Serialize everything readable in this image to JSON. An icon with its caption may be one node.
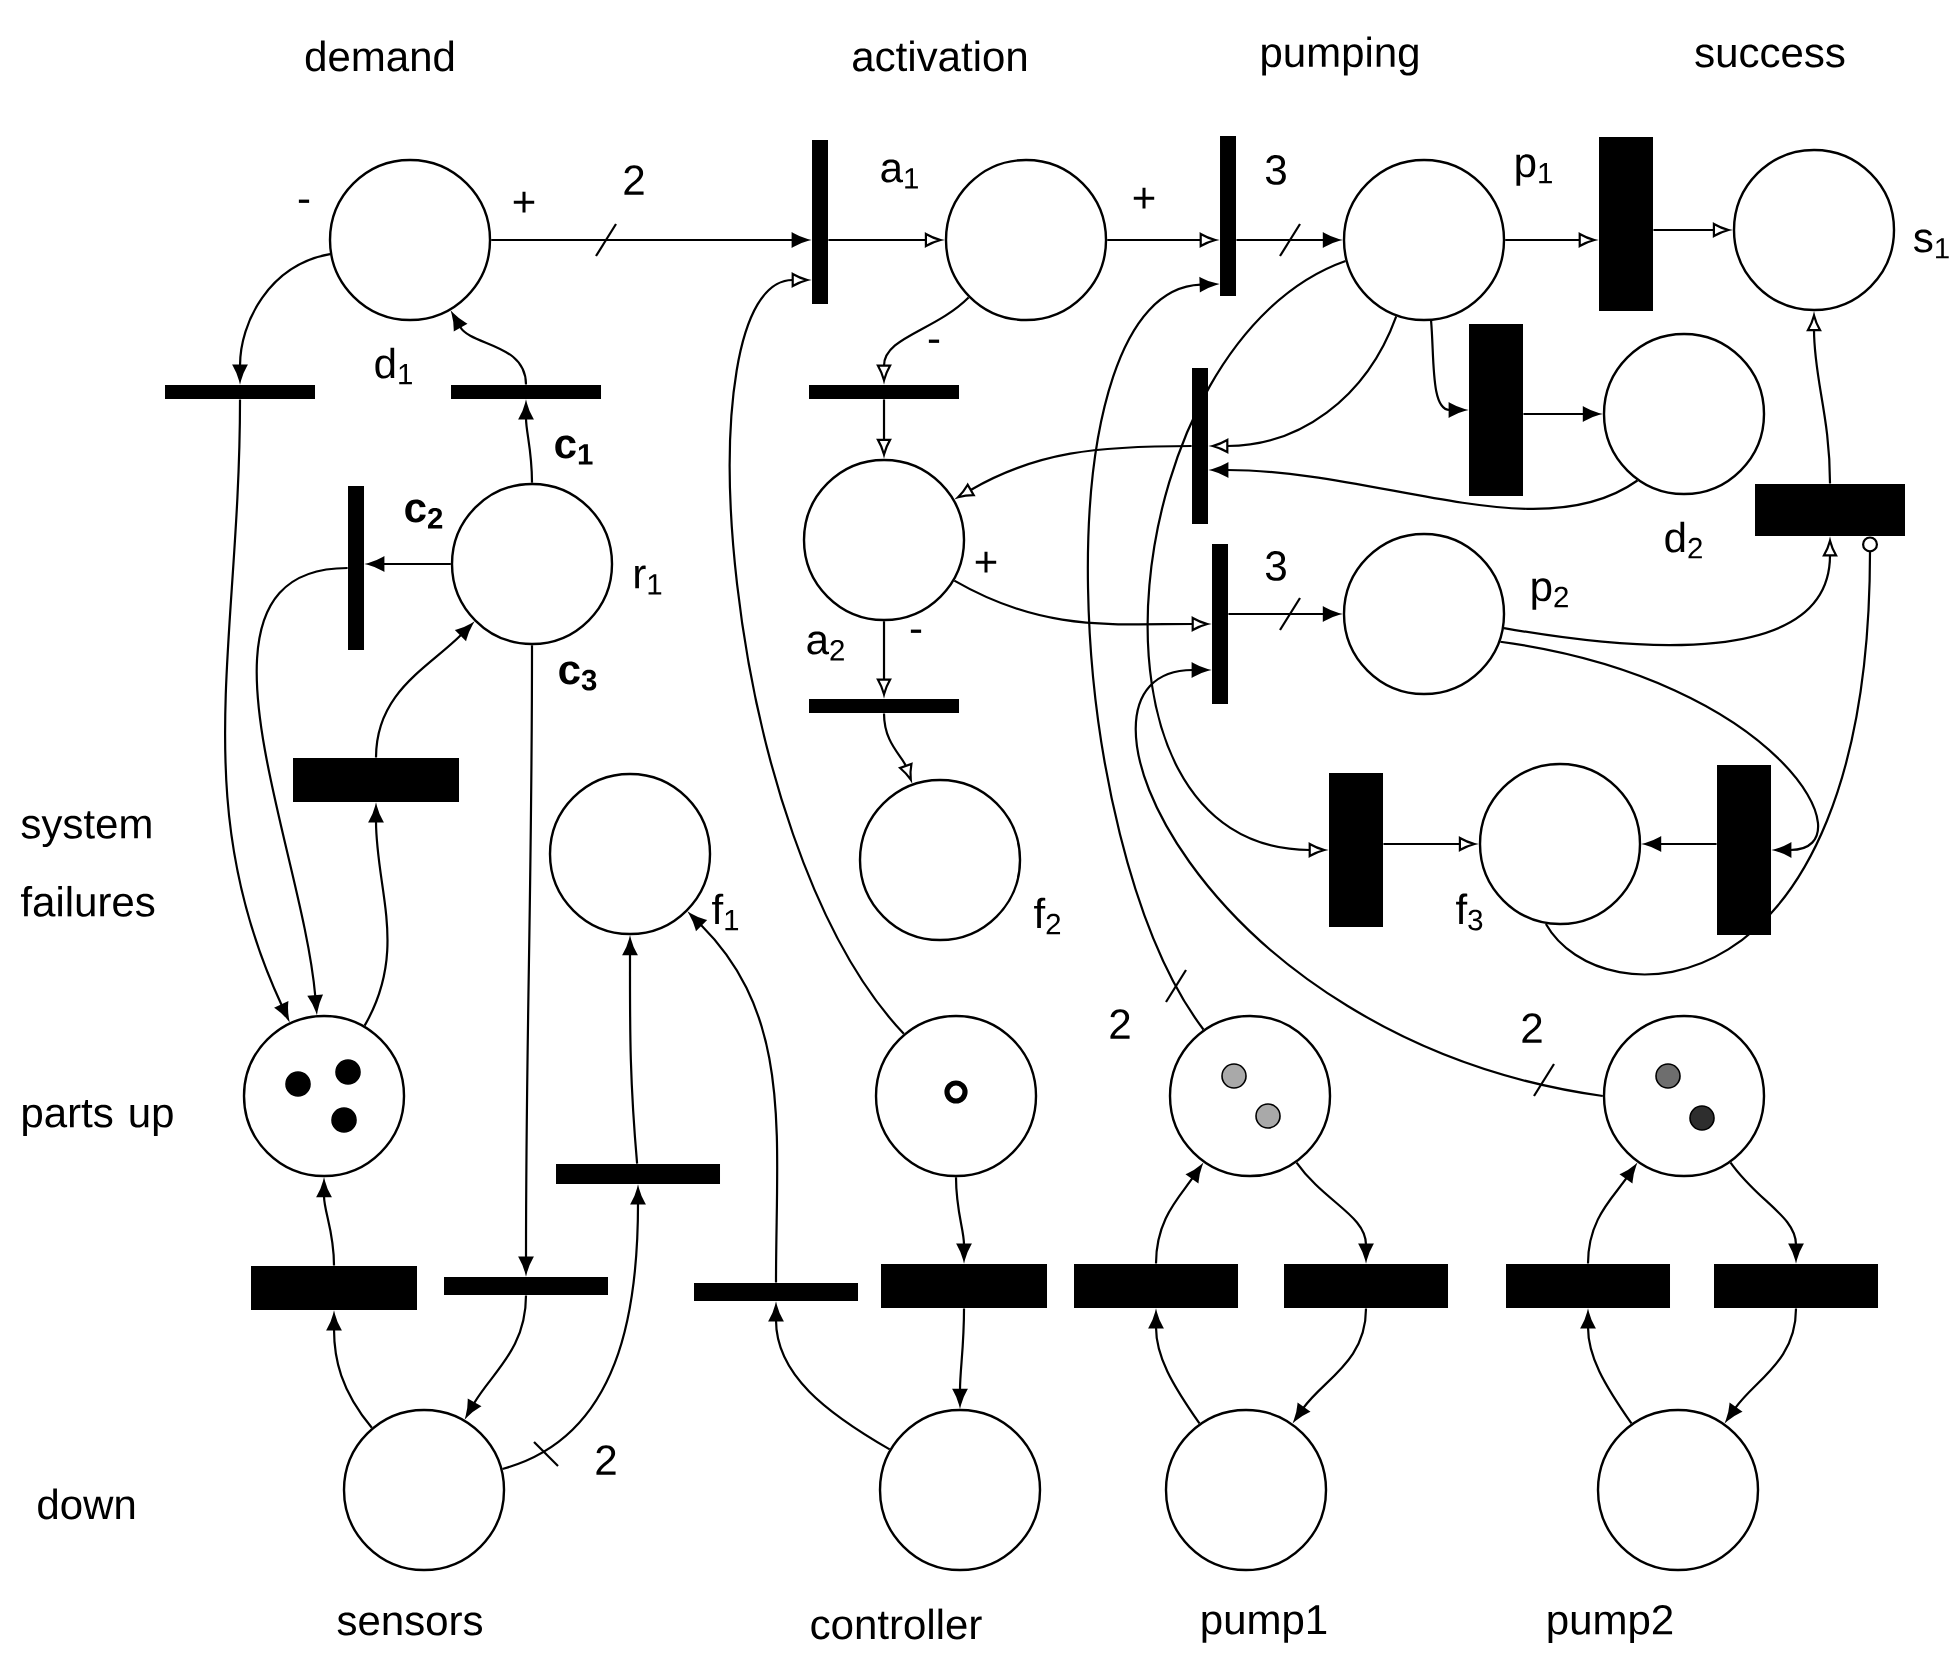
{
  "diagram": {
    "nodes": [
      {
        "text": [],
        "shape": "circle",
        "beside": [
          "d$_{1}$"
        ]
      },
      {
        "text": [],
        "shape": "bar"
      },
      {
        "text": [],
        "shape": "circle",
        "beside": [
          "a$_{1}$"
        ]
      },
      {
        "text": [],
        "shape": "bar"
      },
      {
        "text": [],
        "shape": "circle",
        "beside": [
          "p$_{1}$"
        ]
      },
      {
        "text": [],
        "shape": "bar"
      },
      {
        "text": [],
        "shape": "circle",
        "beside": [
          "s$_{1}$"
        ]
      },
      {
        "text": [],
        "shape": "bar"
      },
      {
        "text": [],
        "shape": "bar",
        "beside": [
          "c$_{1}$"
        ]
      },
      {
        "text": [],
        "shape": "bar"
      },
      {
        "text": [],
        "shape": "bar"
      },
      {
        "text": [],
        "shape": "bar"
      },
      {
        "text": [],
        "shape": "circle",
        "beside": [
          "d$_{2}$"
        ]
      },
      {
        "text": [],
        "shape": "bar"
      },
      {
        "text": [],
        "shape": "circle",
        "beside": [
          "r$_{1}$"
        ]
      },
      {
        "text": [],
        "shape": "circle",
        "beside": [
          "a$_{2}$"
        ]
      },
      {
        "text": [],
        "shape": "bar"
      },
      {
        "text": [],
        "shape": "circle",
        "beside": [
          "p$_{2}$"
        ]
      },
      {
        "text": [],
        "shape": "bar"
      },
      {
        "text": [],
        "shape": "bar"
      },
      {
        "text": [],
        "shape": "bar"
      },
      {
        "text": [],
        "shape": "circle",
        "beside": [
          "f$_{1}$"
        ]
      },
      {
        "text": [],
        "shape": "circle",
        "beside": [
          "f$_{2}$"
        ]
      },
      {
        "text": [],
        "shape": "bar"
      },
      {
        "text": [],
        "shape": "circle",
        "beside": [
          "f$_{3}$"
        ]
      },
      {
        "text": [],
        "shape": "bar"
      },
      {
        "text": [],
        "shape": "circle"
      },
      {
        "text": [],
        "shape": "circle"
      },
      {
        "text": [],
        "shape": "circle"
      },
      {
        "text": [],
        "shape": "circle"
      },
      {
        "text": [],
        "shape": "bar"
      },
      {
        "text": [],
        "shape": "bar"
      },
      {
        "text": [],
        "shape": "bar"
      },
      {
        "text": [],
        "shape": "bar"
      },
      {
        "text": [],
        "shape": "bar"
      },
      {
        "text": [],
        "shape": "bar"
      },
      {
        "text": [],
        "shape": "bar"
      },
      {
        "text": [],
        "shape": "bar"
      },
      {
        "text": [],
        "shape": "bar"
      },
      {
        "text": [],
        "shape": "circle"
      },
      {
        "text": [],
        "shape": "circle"
      },
      {
        "text": [],
        "shape": "circle"
      },
      {
        "text": [],
        "shape": "circle"
      }
    ],
    "edges": [
      {
        "from": 0,
        "to": 1,
        "arrow": "to",
        "label": "+"
      },
      {
        "from": 1,
        "to": 2,
        "arrow": "to"
      },
      {
        "from": 27,
        "to": 1,
        "arrow": "to"
      },
      {
        "from": 2,
        "to": 3,
        "arrow": "to",
        "label": "+"
      },
      {
        "from": 3,
        "to": 4,
        "arrow": "to",
        "label": "3"
      },
      {
        "from": 28,
        "to": 3,
        "arrow": "to",
        "label": "2"
      },
      {
        "from": 4,
        "to": 5,
        "arrow": "to"
      },
      {
        "from": 5,
        "to": 6,
        "arrow": "to"
      },
      {
        "from": 0,
        "to": 7,
        "arrow": "to",
        "label": "-"
      },
      {
        "from": 7,
        "to": 26,
        "arrow": "to"
      },
      {
        "from": 14,
        "to": 8,
        "arrow": "to"
      },
      {
        "from": 8,
        "to": 0,
        "arrow": "to"
      },
      {
        "from": 2,
        "to": 9,
        "arrow": "to",
        "label": "-"
      },
      {
        "from": 9,
        "to": 15,
        "arrow": "to"
      },
      {
        "from": 4,
        "to": 10,
        "arrow": "to"
      },
      {
        "from": 12,
        "to": 10,
        "arrow": "to"
      },
      {
        "from": 10,
        "to": 15,
        "arrow": "to"
      },
      {
        "from": 4,
        "to": 11,
        "arrow": "to"
      },
      {
        "from": 11,
        "to": 12,
        "arrow": "to"
      },
      {
        "from": 14,
        "to": 13,
        "arrow": "to"
      },
      {
        "from": 13,
        "to": 26,
        "arrow": "to"
      },
      {
        "from": 15,
        "to": 16,
        "arrow": "to",
        "label": "+"
      },
      {
        "from": 16,
        "to": 17,
        "arrow": "to",
        "label": "3"
      },
      {
        "from": 29,
        "to": 16,
        "arrow": "to",
        "label": "2"
      },
      {
        "from": 17,
        "to": 18,
        "arrow": "to"
      },
      {
        "from": 24,
        "to": 18,
        "arrow": "other"
      },
      {
        "from": 18,
        "to": 6,
        "arrow": "to"
      },
      {
        "from": 26,
        "to": 19,
        "arrow": "to"
      },
      {
        "from": 19,
        "to": 14,
        "arrow": "to"
      },
      {
        "from": 15,
        "to": 20,
        "arrow": "to",
        "label": "-"
      },
      {
        "from": 20,
        "to": 22,
        "arrow": "to"
      },
      {
        "from": 4,
        "to": 23,
        "arrow": "to"
      },
      {
        "from": 23,
        "to": 24,
        "arrow": "to"
      },
      {
        "from": 17,
        "to": 25,
        "arrow": "to"
      },
      {
        "from": 25,
        "to": 24,
        "arrow": "to"
      },
      {
        "from": 14,
        "to": 32,
        "arrow": "to"
      },
      {
        "from": 32,
        "to": 39,
        "arrow": "to"
      },
      {
        "from": 39,
        "to": 31,
        "arrow": "to"
      },
      {
        "from": 31,
        "to": 26,
        "arrow": "to"
      },
      {
        "from": 39,
        "to": 30,
        "arrow": "to",
        "label": "2"
      },
      {
        "from": 30,
        "to": 21,
        "arrow": "to"
      },
      {
        "from": 40,
        "to": 33,
        "arrow": "to"
      },
      {
        "from": 33,
        "to": 21,
        "arrow": "to"
      },
      {
        "from": 27,
        "to": 34,
        "arrow": "to"
      },
      {
        "from": 34,
        "to": 40,
        "arrow": "to"
      },
      {
        "from": 41,
        "to": 35,
        "arrow": "to"
      },
      {
        "from": 35,
        "to": 28,
        "arrow": "to"
      },
      {
        "from": 28,
        "to": 36,
        "arrow": "to"
      },
      {
        "from": 36,
        "to": 41,
        "arrow": "to"
      },
      {
        "from": 42,
        "to": 37,
        "arrow": "to"
      },
      {
        "from": 37,
        "to": 29,
        "arrow": "to"
      },
      {
        "from": 29,
        "to": 38,
        "arrow": "to"
      },
      {
        "from": 38,
        "to": 42,
        "arrow": "to"
      }
    ],
    "labels": [
      "demand",
      "activation",
      "pumping",
      "success",
      "2",
      "c$_{2}$",
      "c$_{3}$",
      "system failures",
      "parts up",
      "down",
      "sensors",
      "controller",
      "pump1",
      "pump2"
    ]
  }
}
